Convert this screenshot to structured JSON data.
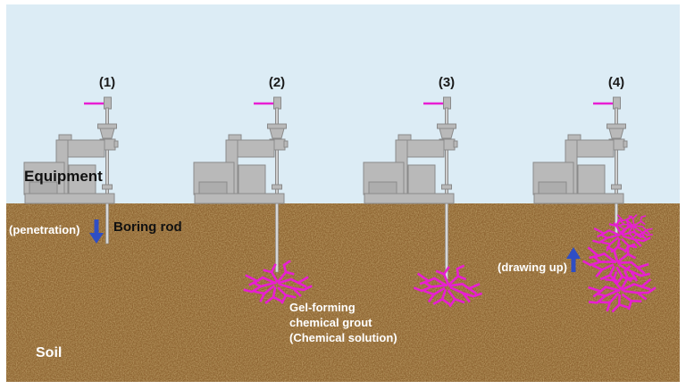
{
  "diagram": {
    "title_context": "Chemical grouting process stages",
    "stages": [
      {
        "label": "(1)"
      },
      {
        "label": "(2)"
      },
      {
        "label": "(3)"
      },
      {
        "label": "(4)"
      }
    ],
    "labels": {
      "equipment": "Equipment",
      "penetration": "(penetration)",
      "boring_rod": "Boring rod",
      "grout_lines": [
        "Gel-forming",
        "chemical grout",
        "(Chemical solution)"
      ],
      "drawing_up": "(drawing up)",
      "soil": "Soil"
    },
    "icons": {
      "penetration_arrow": "arrow-down",
      "drawing_up_arrow": "arrow-up",
      "rod_flag": "magenta-marker-line"
    },
    "colors": {
      "sky": "#dcecf5",
      "soil_base": "#8a5c2b",
      "soil_dark_speckle": "#54350f",
      "soil_light_speckle": "#c08c46",
      "equipment_fill": "#b9b9b9",
      "equipment_stroke": "#8a8a8a",
      "rod_fill": "#d6d6d6",
      "grout_magenta": "#e81ed2",
      "arrow_blue": "#2f4ec4",
      "text_dark": "#1a1a1a",
      "text_light": "#ffffff"
    }
  }
}
